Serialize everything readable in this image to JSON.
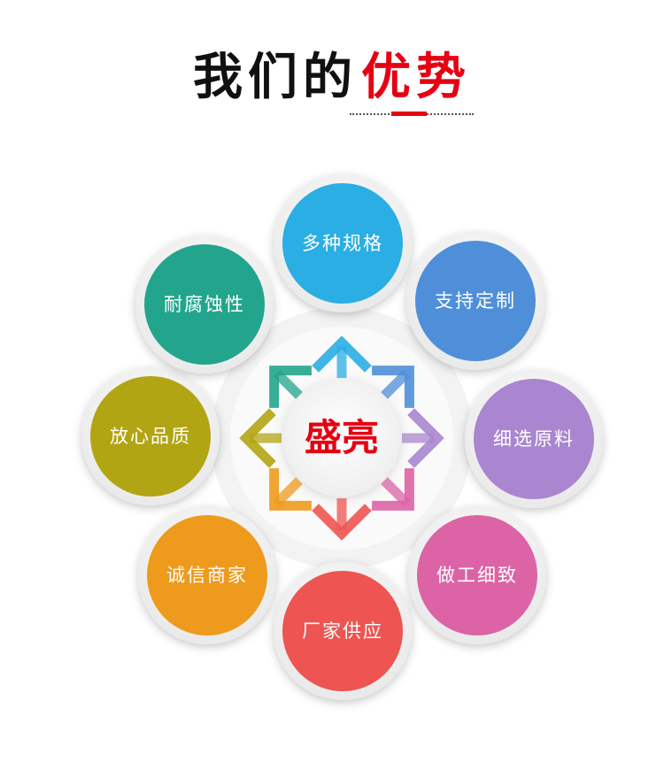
{
  "header": {
    "title_plain": "我们的",
    "title_accent": "优势"
  },
  "colors": {
    "accent": "#e60012"
  },
  "center": {
    "label": "盛亮"
  },
  "nodes": [
    {
      "label": "多种规格",
      "color": "#2aaee4"
    },
    {
      "label": "支持定制",
      "color": "#4f8fd9"
    },
    {
      "label": "细选原料",
      "color": "#a986cf"
    },
    {
      "label": "做工细致",
      "color": "#dc63a6"
    },
    {
      "label": "厂家供应",
      "color": "#ee5451"
    },
    {
      "label": "诚信商家",
      "color": "#ee9a1d"
    },
    {
      "label": "放心品质",
      "color": "#b2a514"
    },
    {
      "label": "耐腐蚀性",
      "color": "#22a58c"
    }
  ]
}
